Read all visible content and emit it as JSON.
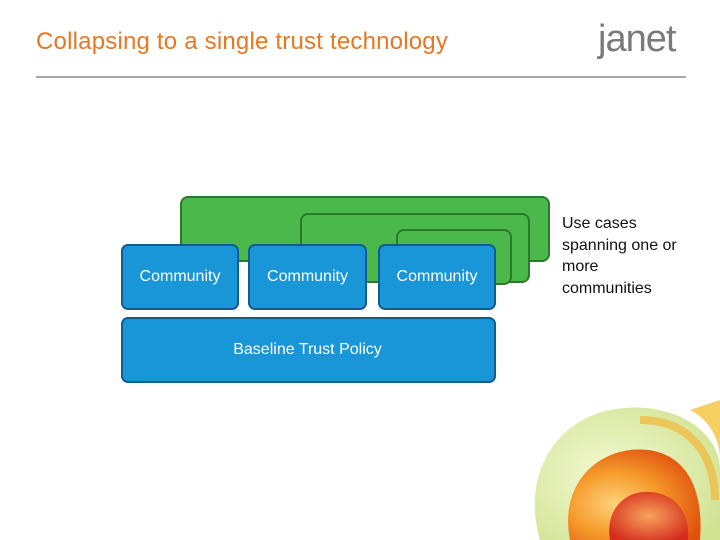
{
  "header": {
    "title": "Collapsing to a single trust technology",
    "logo_text": "janet"
  },
  "diagram": {
    "communities": [
      "Community",
      "Community",
      "Community"
    ],
    "baseline_label": "Baseline Trust Policy",
    "side_note": "Use cases spanning one or more communities"
  },
  "colors": {
    "title": "#e87722",
    "green": "#4bb84b",
    "blue": "#1896d8"
  }
}
